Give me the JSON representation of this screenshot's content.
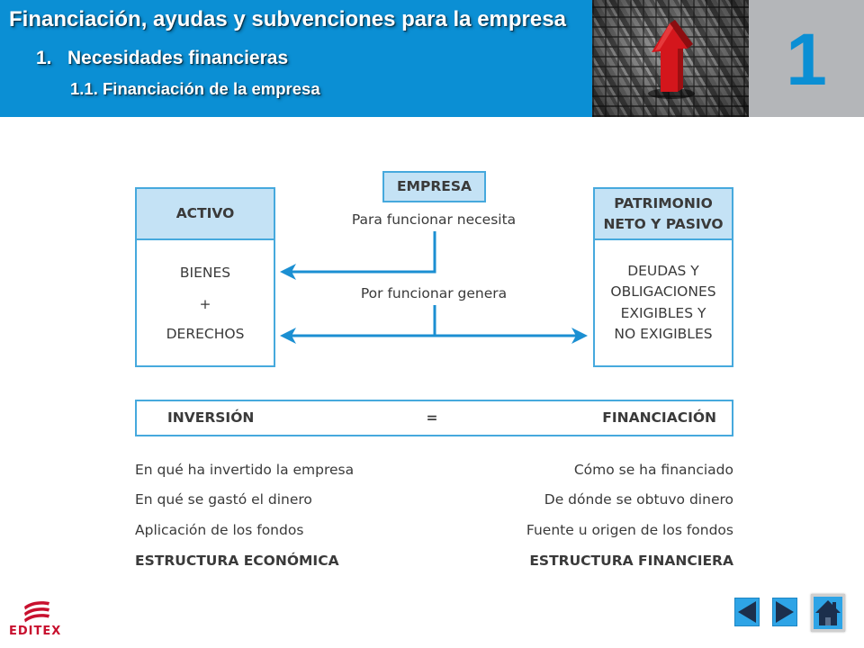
{
  "slide": {
    "title": "Financiación, ayudas y subvenciones para la empresa",
    "section_number": "1.",
    "section_title": "Necesidades financieras",
    "subsection": "1.1. Financiación de la empresa",
    "chapter_number": "1"
  },
  "diagram": {
    "company": "EMPRESA",
    "needs_caption": "Para funcionar necesita",
    "generates_caption": "Por funcionar genera",
    "assets": {
      "title": "ACTIVO",
      "items": [
        "BIENES",
        "+",
        "DERECHOS"
      ]
    },
    "equity_and_liabilities": {
      "title_lines": [
        "PATRIMONIO",
        "NETO Y PASIVO"
      ],
      "items": [
        "DEUDAS Y",
        "OBLIGACIONES",
        "EXIGIBLES Y",
        "NO EXIGIBLES"
      ]
    },
    "equation": {
      "left": "INVERSIÓN",
      "operator": "=",
      "right": "FINANCIACIÓN"
    },
    "left_column": {
      "notes": [
        "En qué ha invertido la empresa",
        "En qué se gastó el dinero",
        "Aplicación de los fondos"
      ],
      "conclusion": "ESTRUCTURA ECONÓMICA"
    },
    "right_column": {
      "notes": [
        "Cómo se ha financiado",
        "De dónde se obtuvo dinero",
        "Fuente u origen de los fondos"
      ],
      "conclusion": "ESTRUCTURA FINANCIERA"
    }
  },
  "footer": {
    "logo_text": "EDITEX",
    "logo_icon": "editex-swoosh-icon",
    "nav": {
      "prev_icon": "triangle-left-icon",
      "next_icon": "triangle-right-icon",
      "home_icon": "home-icon"
    }
  },
  "colors": {
    "header_blue": "#0b8fd4",
    "chapter_panel": "#b4b6b9",
    "box_border": "#46a9dd",
    "box_fill": "#c4e2f5",
    "arrow": "#1b8fd2",
    "text": "#3a3a3a",
    "logo_red": "#c8102e",
    "nav_blue": "#2ea4e6",
    "nav_icon": "#1c2f4c"
  }
}
